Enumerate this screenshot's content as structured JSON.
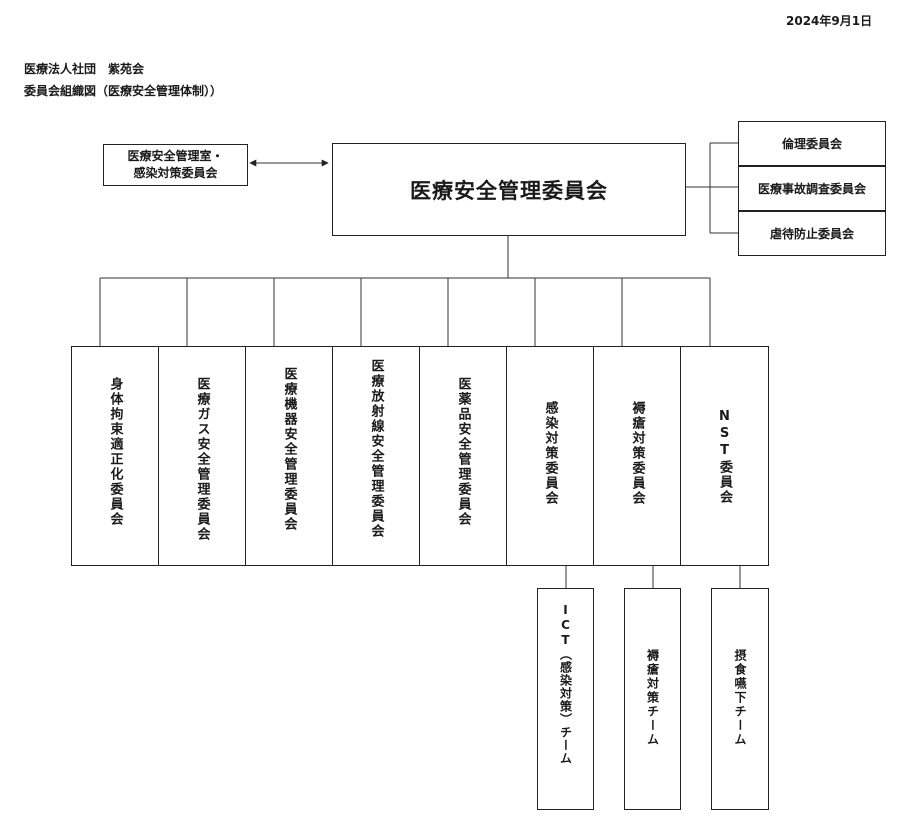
{
  "date": "2024年9月1日",
  "organization": "医療法人社団　紫苑会",
  "subtitle": "委員会組織図（医療安全管理体制））",
  "central_committee": "医療安全管理委員会",
  "left_office": {
    "line1": "医療安全管理室・",
    "line2": "感染対策委員会"
  },
  "right_committees": [
    "倫理委員会",
    "医療事故調査委員会",
    "虐待防止委員会"
  ],
  "sub_committees": [
    "身体拘束適正化委員会",
    "医療ガス安全管理委員会",
    "医療機器安全管理委員会",
    "医療放射線安全管理委員会",
    "医薬品安全管理委員会",
    "感染対策委員会",
    "褥瘡対策委員会",
    "NST委員会"
  ],
  "teams": [
    "ICT（感染対策）チーム",
    "褥瘡対策チーム",
    "摂食嚥下チーム"
  ]
}
